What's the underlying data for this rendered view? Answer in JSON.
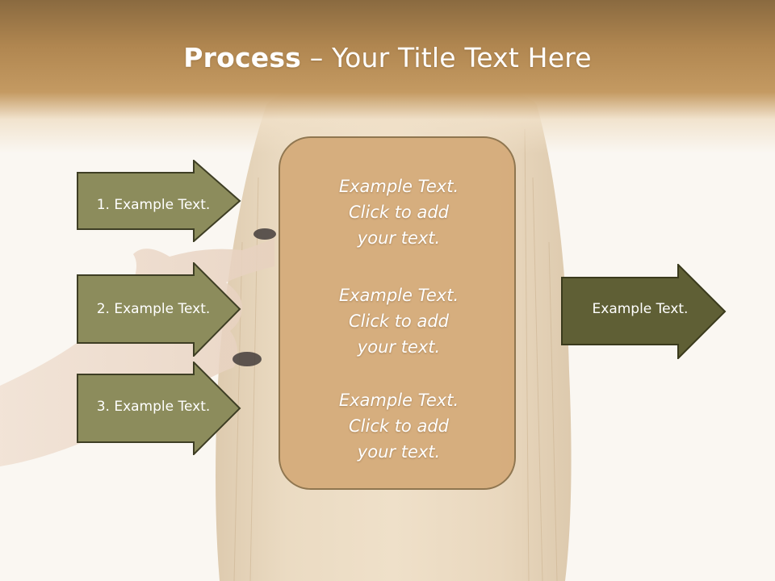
{
  "title": {
    "bold": "Process",
    "rest": " – Your Title Text Here"
  },
  "steps": [
    {
      "label": "1. Example Text."
    },
    {
      "label": "2. Example Text."
    },
    {
      "label": "3. Example Text."
    }
  ],
  "center": {
    "blocks": [
      {
        "line1": "Example Text.",
        "line2": "Click  to add",
        "line3": "your text."
      },
      {
        "line1": "Example Text.",
        "line2": "Click  to add",
        "line3": "your text."
      },
      {
        "line1": "Example Text.",
        "line2": "Click  to add",
        "line3": "your text."
      }
    ]
  },
  "output": {
    "label": "Example Text."
  },
  "colors": {
    "header_brown": "#b08650",
    "step_fill": "#8c8c5c",
    "output_fill": "#5f5f35",
    "center_fill": "#d4aa78"
  }
}
